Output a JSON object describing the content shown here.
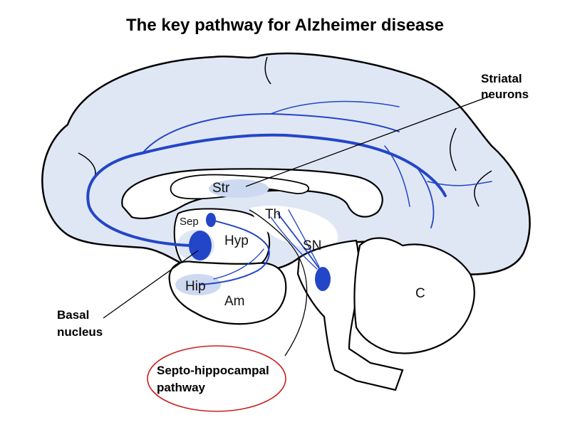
{
  "title": "The key pathway for Alzheimer disease",
  "regions": {
    "striatum": "Str",
    "septum": "Sep",
    "thalamus": "Th",
    "hypothalamus": "Hyp",
    "substantia_nigra": "SN",
    "hippocampus": "Hip",
    "amygdala": "Am",
    "cerebellum": "C"
  },
  "callouts": {
    "striatal_line1": "Striatal",
    "striatal_line2": "neurons",
    "basal_line1": "Basal",
    "basal_line2": "nucleus",
    "septo_line1": "Septo-hippocampal",
    "septo_line2": "pathway"
  },
  "colors": {
    "brain_fill": "#dfe7f5",
    "pathway_blue": "#2346c8",
    "outline": "#000000",
    "highlight_ellipse": "#cc1f1f"
  }
}
